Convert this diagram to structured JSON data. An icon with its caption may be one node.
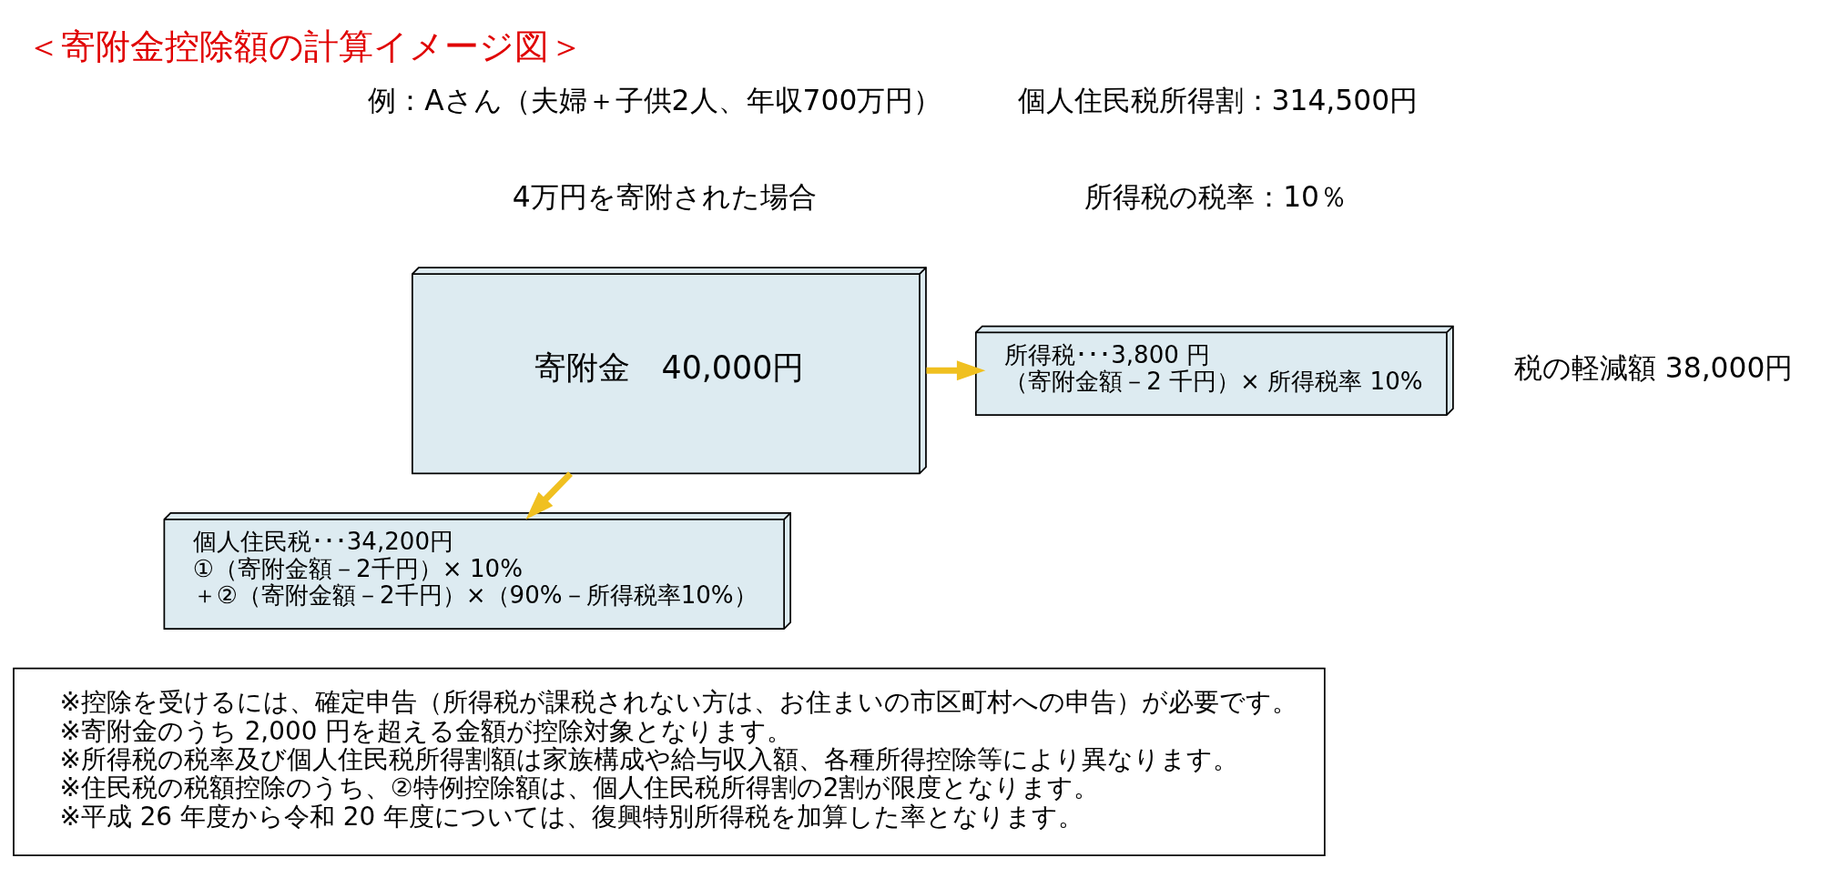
{
  "diagram": {
    "title": "＜寄附金控除額の計算イメージ図＞",
    "nodes": [
      {
        "text": [
          "寄附金　40,000円"
        ]
      },
      {
        "text": [
          "所得税･･･3,800 円",
          "（寄附金額－2 千円）× 所得税率 10%"
        ]
      },
      {
        "text": [
          "個人住民税･･･34,200円",
          "①（寄附金額－2千円）× 10%",
          "＋②（寄附金額－2千円）×（90%－所得税率10%）"
        ]
      },
      {
        "text": [
          "※控除を受けるには、確定申告（所得税が課税されない方は、お住まいの市区町村への申告）が必要です。",
          "※寄附金のうち 2,000 円を超える金額が控除対象となります。",
          "※所得税の税率及び個人住民税所得割額は家族構成や給与収入額、各種所得控除等により異なります。",
          "※住民税の税額控除のうち、②特例控除額は、個人住民税所得割の2割が限度となります。",
          "※平成 26 年度から令和 20 年度については、復興特別所得税を加算した率となります。"
        ]
      }
    ],
    "edges": [
      {
        "from": 0,
        "to": 1,
        "arrow": "to"
      },
      {
        "from": 0,
        "to": 2,
        "arrow": "to"
      }
    ],
    "labels": [
      "例：Aさん（夫婦＋子供2人、年収700万円）",
      "4万円を寄附された場合",
      "個人住民税所得割：314,500円",
      "所得税の税率：10％",
      "税の軽減額 38,000円"
    ]
  }
}
